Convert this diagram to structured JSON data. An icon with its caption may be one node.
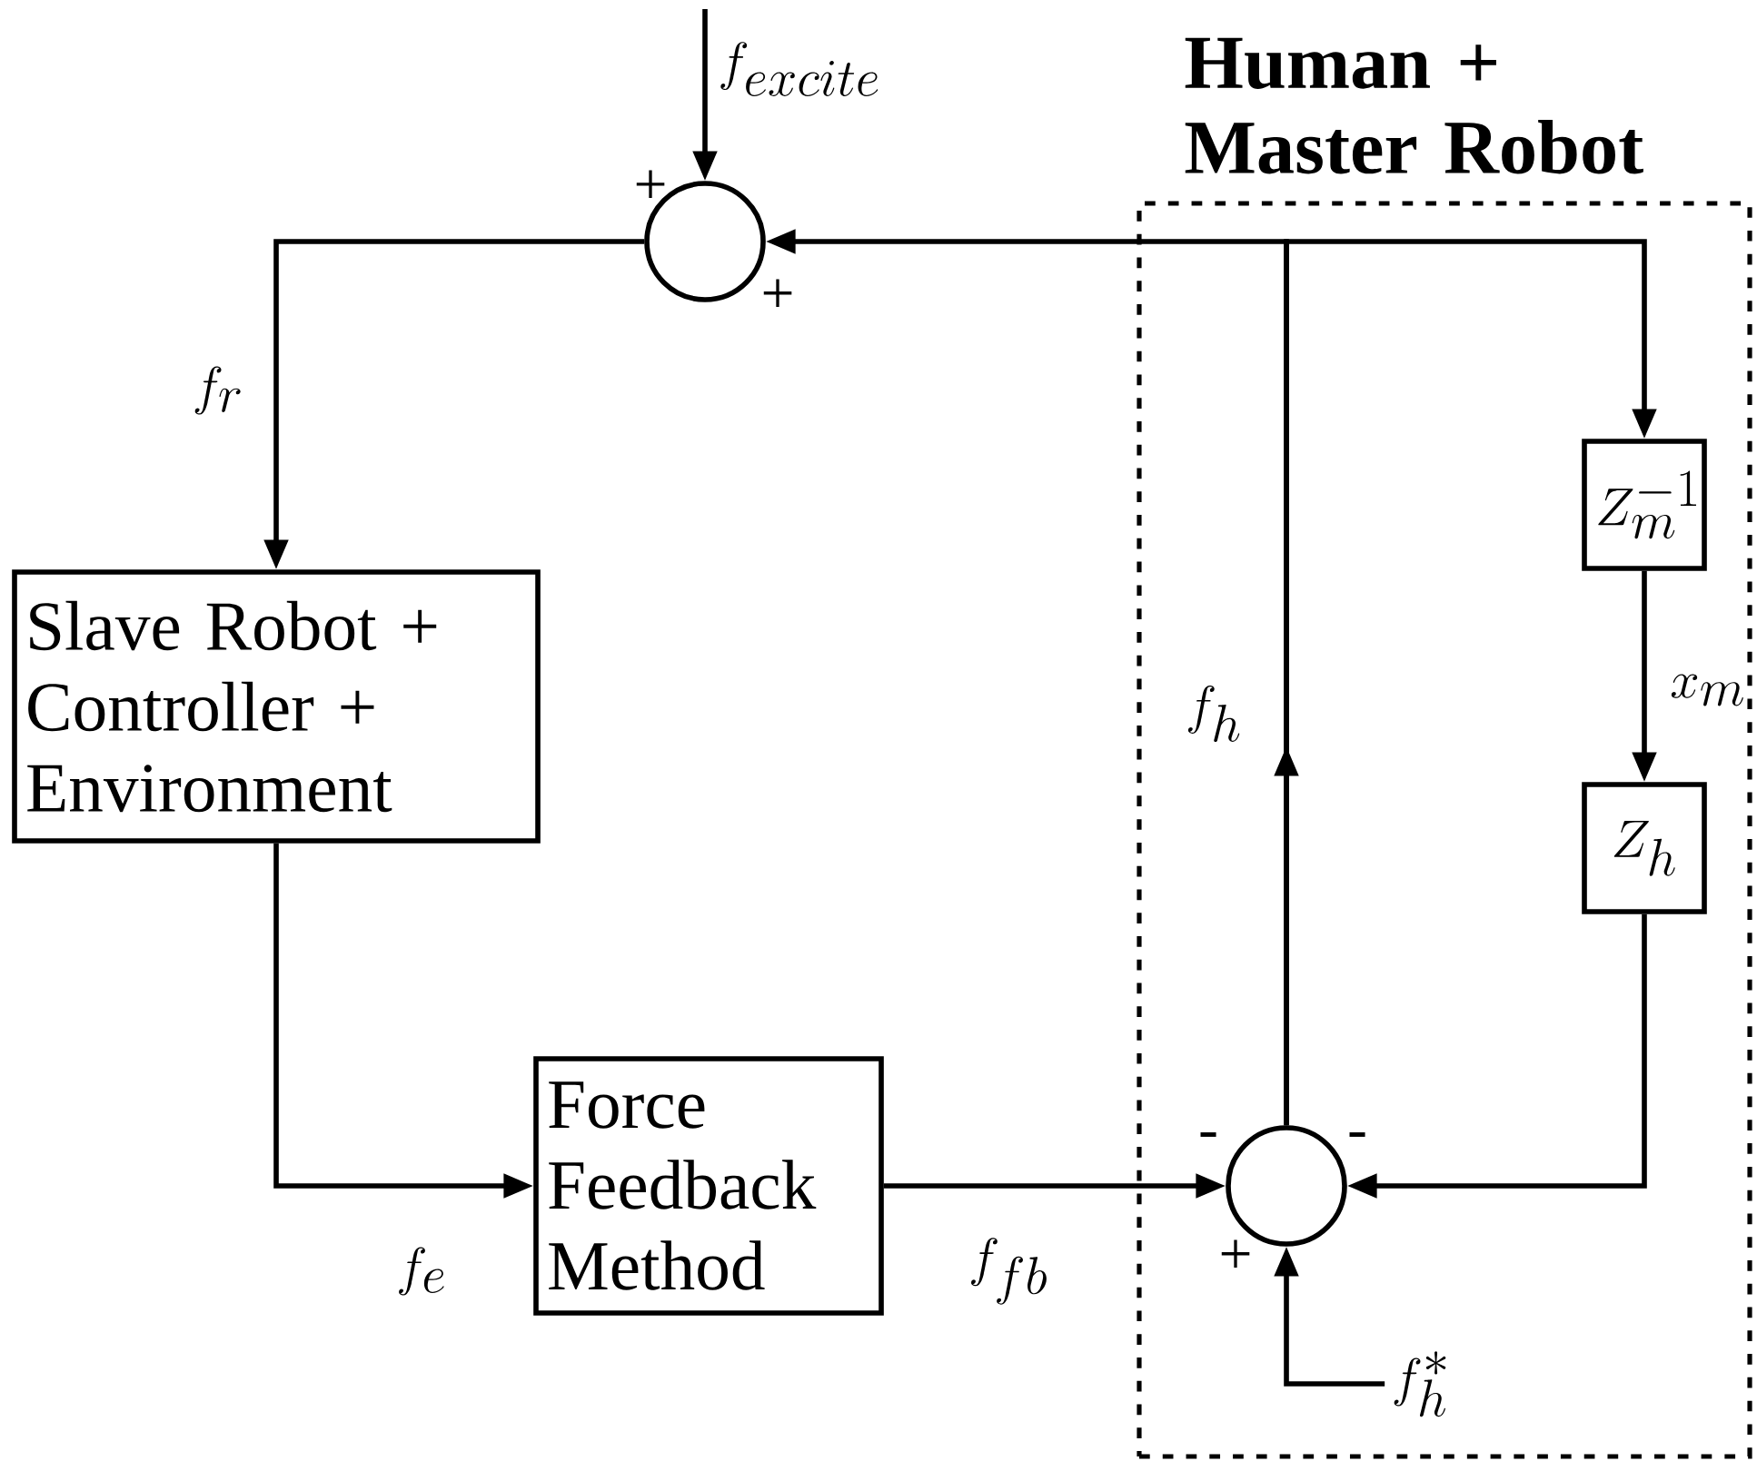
{
  "diagram": {
    "nodes": [
      {
        "text": [
          "Human + Master Robot"
        ]
      },
      {
        "text": [],
        "shape": "circle"
      },
      {
        "text": [
          "Slave Robot + Controller + Environment"
        ]
      },
      {
        "text": [
          "Force Feedback Method"
        ]
      },
      {
        "text": [
          "Z_m^{-1}"
        ],
        "in": 0
      },
      {
        "text": [
          "Z_h"
        ],
        "in": 0
      },
      {
        "text": [],
        "shape": "circle",
        "in": 0
      },
      {
        "text": [
          "f_h^*"
        ],
        "in": 0
      }
    ],
    "edges": [
      {
        "from": null,
        "to": 1,
        "arrow": "to",
        "label": "f_{excite}"
      },
      {
        "from": 1,
        "to": 2,
        "arrow": "to",
        "label": "f_r"
      },
      {
        "from": 2,
        "to": 3,
        "arrow": "to",
        "label": "f_e"
      },
      {
        "from": 3,
        "to": 6,
        "arrow": "to",
        "label": "f_{fb}"
      },
      {
        "from": 6,
        "to": 1,
        "arrow": "to",
        "label": "f_h"
      },
      {
        "from": 6,
        "to": 4,
        "arrow": "to"
      },
      {
        "from": 4,
        "to": 5,
        "arrow": "to",
        "label": "x_m"
      },
      {
        "from": 5,
        "to": 6,
        "arrow": "to"
      },
      {
        "from": 7,
        "to": 6,
        "arrow": "to"
      }
    ],
    "labels": [
      "+",
      "+",
      "-",
      "-",
      "+"
    ]
  }
}
